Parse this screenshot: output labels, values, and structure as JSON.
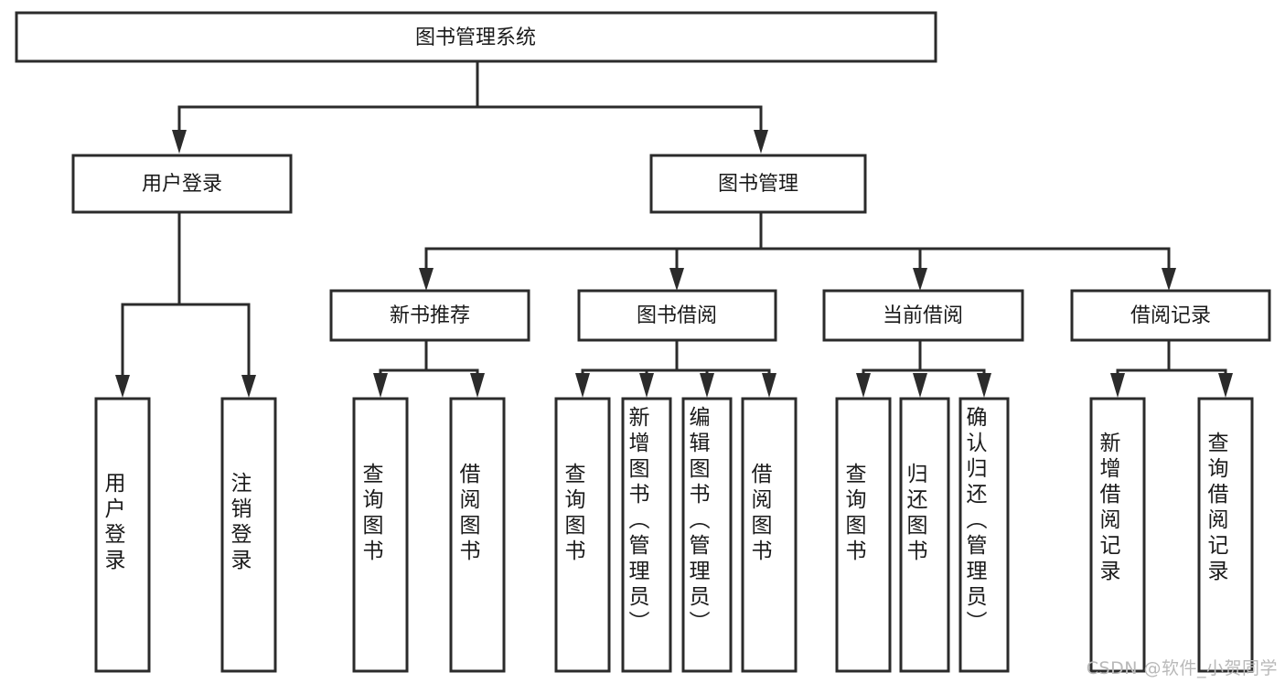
{
  "diagram": {
    "title": "图书管理系统",
    "type": "tree-hierarchy-diagram",
    "colors": {
      "stroke": "#2b2b2b",
      "box_fill": "#ffffff",
      "text": "#1a1a1a",
      "watermark": "#b9b9b9",
      "background": "#ffffff"
    },
    "root": {
      "label": "图书管理系统"
    },
    "level2": [
      {
        "label": "用户登录"
      },
      {
        "label": "图书管理"
      }
    ],
    "level3": [
      {
        "label": "新书推荐"
      },
      {
        "label": "图书借阅"
      },
      {
        "label": "当前借阅"
      },
      {
        "label": "借阅记录"
      }
    ],
    "leaves": {
      "user_login": [
        {
          "label": "用户登录"
        },
        {
          "label": "注销登录"
        }
      ],
      "new_book_recommend": [
        {
          "label": "查询图书"
        },
        {
          "label": "借阅图书"
        }
      ],
      "book_borrow": [
        {
          "label": "查询图书"
        },
        {
          "label": "新增图书（管理员）"
        },
        {
          "label": "编辑图书（管理员）"
        },
        {
          "label": "借阅图书"
        }
      ],
      "current_borrow": [
        {
          "label": "查询图书"
        },
        {
          "label": "归还图书"
        },
        {
          "label": "确认归还（管理员）"
        }
      ],
      "borrow_record": [
        {
          "label": "新增借阅记录"
        },
        {
          "label": "查询借阅记录"
        }
      ]
    }
  },
  "watermark": {
    "text": "CSDN @软件_小贺同学"
  }
}
